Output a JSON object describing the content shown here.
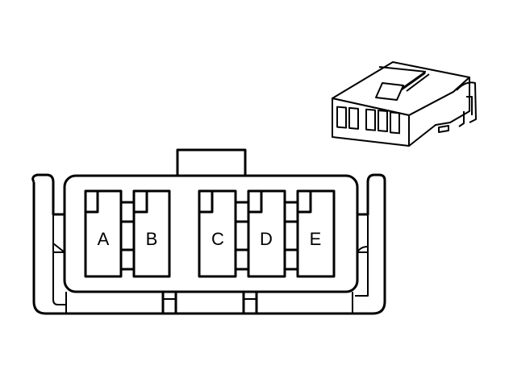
{
  "diagram": {
    "type": "connector-face-view",
    "colors": {
      "line": "#000000",
      "background": "#ffffff"
    },
    "connector_face": {
      "cavities": [
        {
          "id": "A",
          "label": "A"
        },
        {
          "id": "B",
          "label": "B"
        },
        {
          "id": "C",
          "label": "C"
        },
        {
          "id": "D",
          "label": "D"
        },
        {
          "id": "E",
          "label": "E"
        }
      ]
    },
    "connector_isometric": {
      "visible_cavity_count": 5
    }
  }
}
